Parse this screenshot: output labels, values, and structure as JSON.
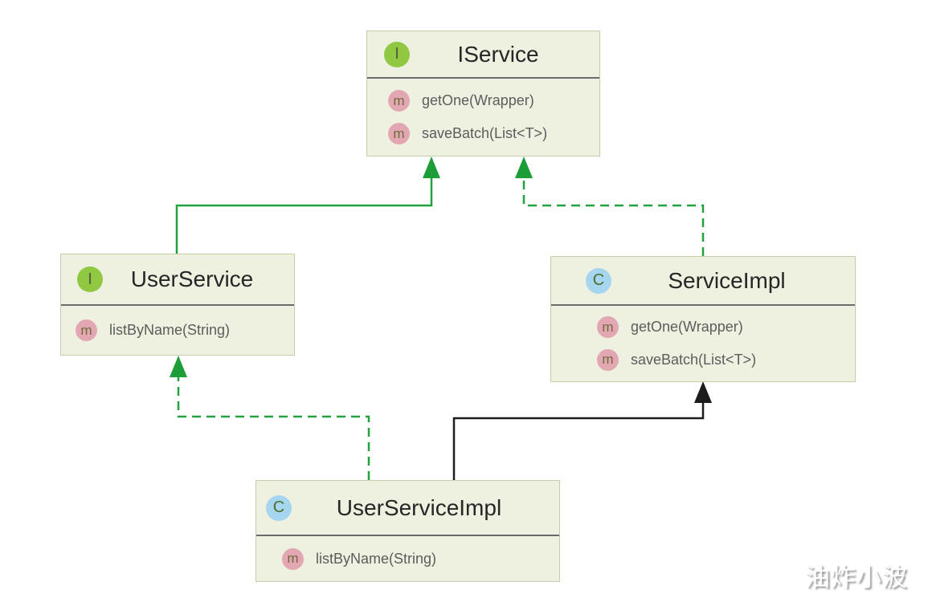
{
  "diagram_type": "uml-class-diagram",
  "classes": [
    {
      "id": "iservice",
      "kind": "interface",
      "icon": "I",
      "title": "IService",
      "methods": [
        {
          "icon": "m",
          "label": "getOne(Wrapper)"
        },
        {
          "icon": "m",
          "label": "saveBatch(List<T>)"
        }
      ]
    },
    {
      "id": "userservice",
      "kind": "interface",
      "icon": "I",
      "title": "UserService",
      "methods": [
        {
          "icon": "m",
          "label": "listByName(String)"
        }
      ]
    },
    {
      "id": "serviceimpl",
      "kind": "class",
      "icon": "C",
      "title": "ServiceImpl",
      "methods": [
        {
          "icon": "m",
          "label": "getOne(Wrapper)"
        },
        {
          "icon": "m",
          "label": "saveBatch(List<T>)"
        }
      ]
    },
    {
      "id": "userserviceimpl",
      "kind": "class",
      "icon": "C",
      "title": "UserServiceImpl",
      "methods": [
        {
          "icon": "m",
          "label": "listByName(String)"
        }
      ]
    }
  ],
  "edges": [
    {
      "from": "UserService",
      "to": "IService",
      "line": "solid",
      "color": "#21a23c"
    },
    {
      "from": "ServiceImpl",
      "to": "IService",
      "line": "dashed",
      "color": "#21a23c"
    },
    {
      "from": "UserServiceImpl",
      "to": "UserService",
      "line": "dashed",
      "color": "#21a23c"
    },
    {
      "from": "UserServiceImpl",
      "to": "ServiceImpl",
      "line": "solid",
      "color": "#1c1c1c"
    }
  ],
  "watermark": {
    "text": "油炸小波"
  },
  "colors": {
    "background": "#ffffff",
    "box_fill": "#eef0e0",
    "box_border": "#c6cda8",
    "divider": "#6b6b6b",
    "title_text": "#262626",
    "method_text": "#5c5c5c",
    "interface_badge": "#90c842",
    "class_badge": "#a6d6ef",
    "method_badge": "#e2a7b3",
    "green_edge": "#21a23c",
    "black_edge": "#1c1c1c"
  }
}
